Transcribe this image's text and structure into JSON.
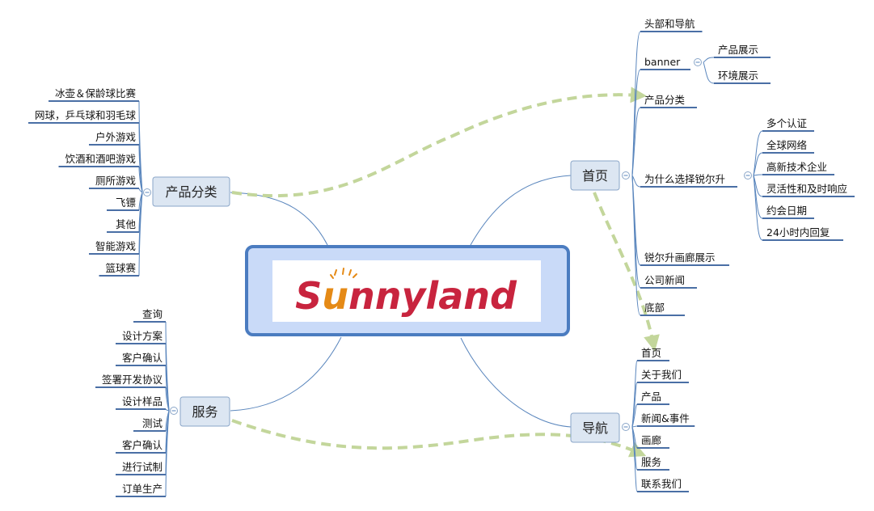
{
  "logo": {
    "text": "Sunnyland",
    "highlight_char": "u",
    "brand_color": "#c8243e",
    "accent_color": "#e58a16"
  },
  "colors": {
    "connector": "#5a86bd",
    "leaf_underline": "#4a6fa5",
    "arrow": "#c3d69b",
    "central_border": "#4b7cc0",
    "central_fill": "#c9daf8",
    "branch_fill": "#dce6f2",
    "branch_border": "#8aa6c8"
  },
  "branches": {
    "left_top": {
      "label": "产品分类",
      "children": [
        "冰壶＆保龄球比赛",
        "网球，乒乓球和羽毛球",
        "户外游戏",
        "饮酒和酒吧游戏",
        "厕所游戏",
        "飞镖",
        "其他",
        "智能游戏",
        "篮球赛"
      ]
    },
    "left_bottom": {
      "label": "服务",
      "children": [
        "查询",
        "设计方案",
        "客户确认",
        "签署开发协议",
        "设计样品",
        "测试",
        "客户确认",
        "进行试制",
        "订单生产"
      ]
    },
    "right_top": {
      "label": "首页",
      "children": [
        "头部和导航",
        "banner",
        "产品分类",
        "为什么选择锐尔升",
        "锐尔升画廊展示",
        "公司新闻",
        "底部"
      ],
      "banner_children": [
        "产品展示",
        "环境展示"
      ],
      "why_children": [
        "多个认证",
        "全球网络",
        "高新技术企业",
        "灵活性和及时响应",
        "约会日期",
        "24小时内回复"
      ]
    },
    "right_bottom": {
      "label": "导航",
      "children": [
        "首页",
        "关于我们",
        "产品",
        "新闻&事件",
        "画廊",
        "服务",
        "联系我们"
      ]
    }
  }
}
